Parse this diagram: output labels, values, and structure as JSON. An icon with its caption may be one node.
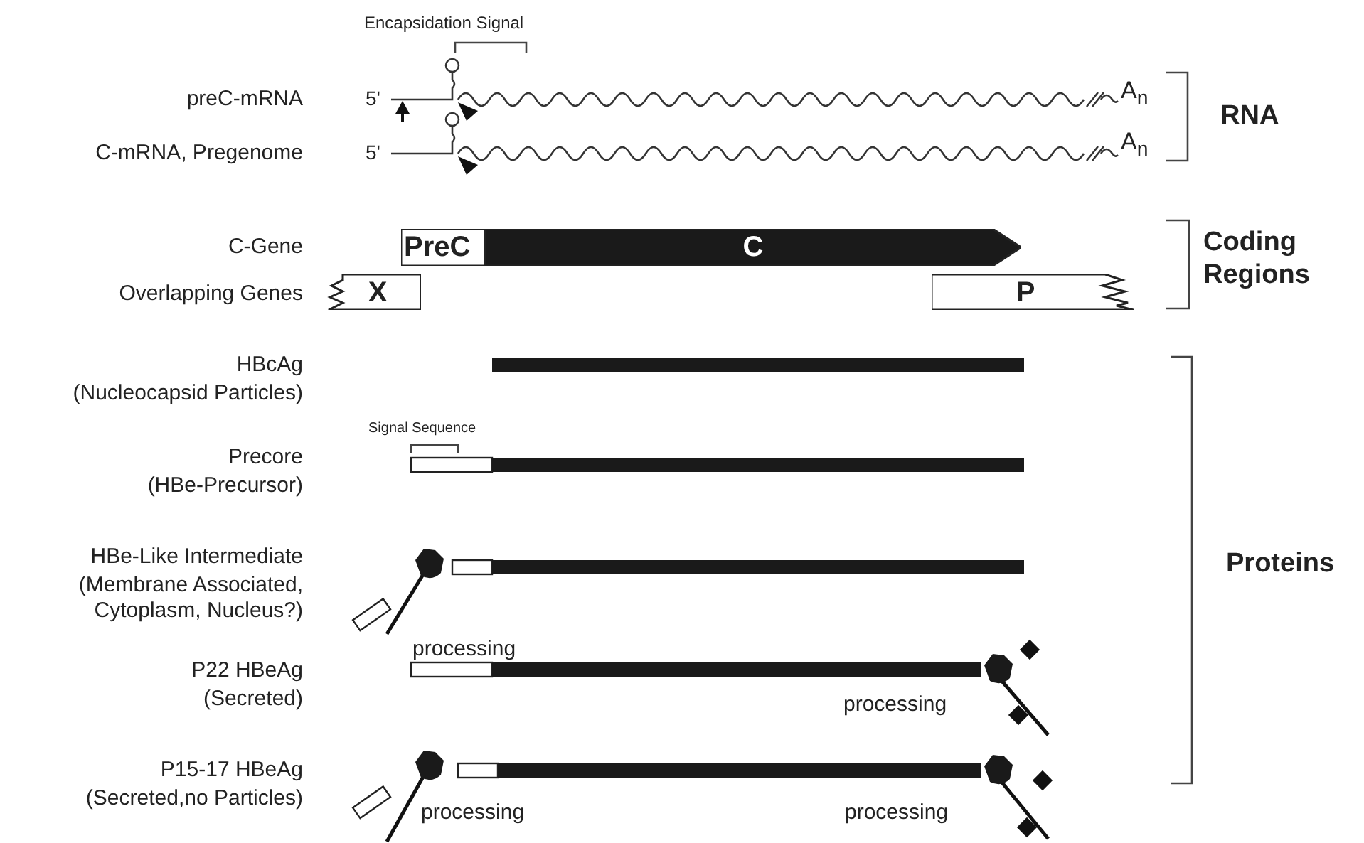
{
  "diagram": {
    "nodes": [
      {
        "text": [
          "PreC"
        ]
      },
      {
        "text": [
          "C"
        ]
      },
      {
        "text": [
          "X"
        ]
      },
      {
        "text": [
          "P"
        ]
      }
    ],
    "labels": [
      "Encapsidation Signal",
      "preC-mRNA",
      "5'",
      "A$_{n}$",
      "RNA",
      "C-mRNA, Pregenome",
      "5'",
      "A$_{n}$",
      "C-Gene",
      "Coding Regions",
      "Overlapping Genes",
      "HBcAg",
      "(Nucleocapsid Particles)",
      "Signal Sequence",
      "Precore",
      "(HBe-Precursor)",
      "HBe-Like Intermediate",
      "(Membrane Associated, Cytoplasm, Nucleus?)",
      "Proteins",
      "processing",
      "P22 HBeAg",
      "(Secreted)",
      "processing",
      "P15-17 HBeAg",
      "(Secreted,no Particles)",
      "processing",
      "processing"
    ]
  }
}
